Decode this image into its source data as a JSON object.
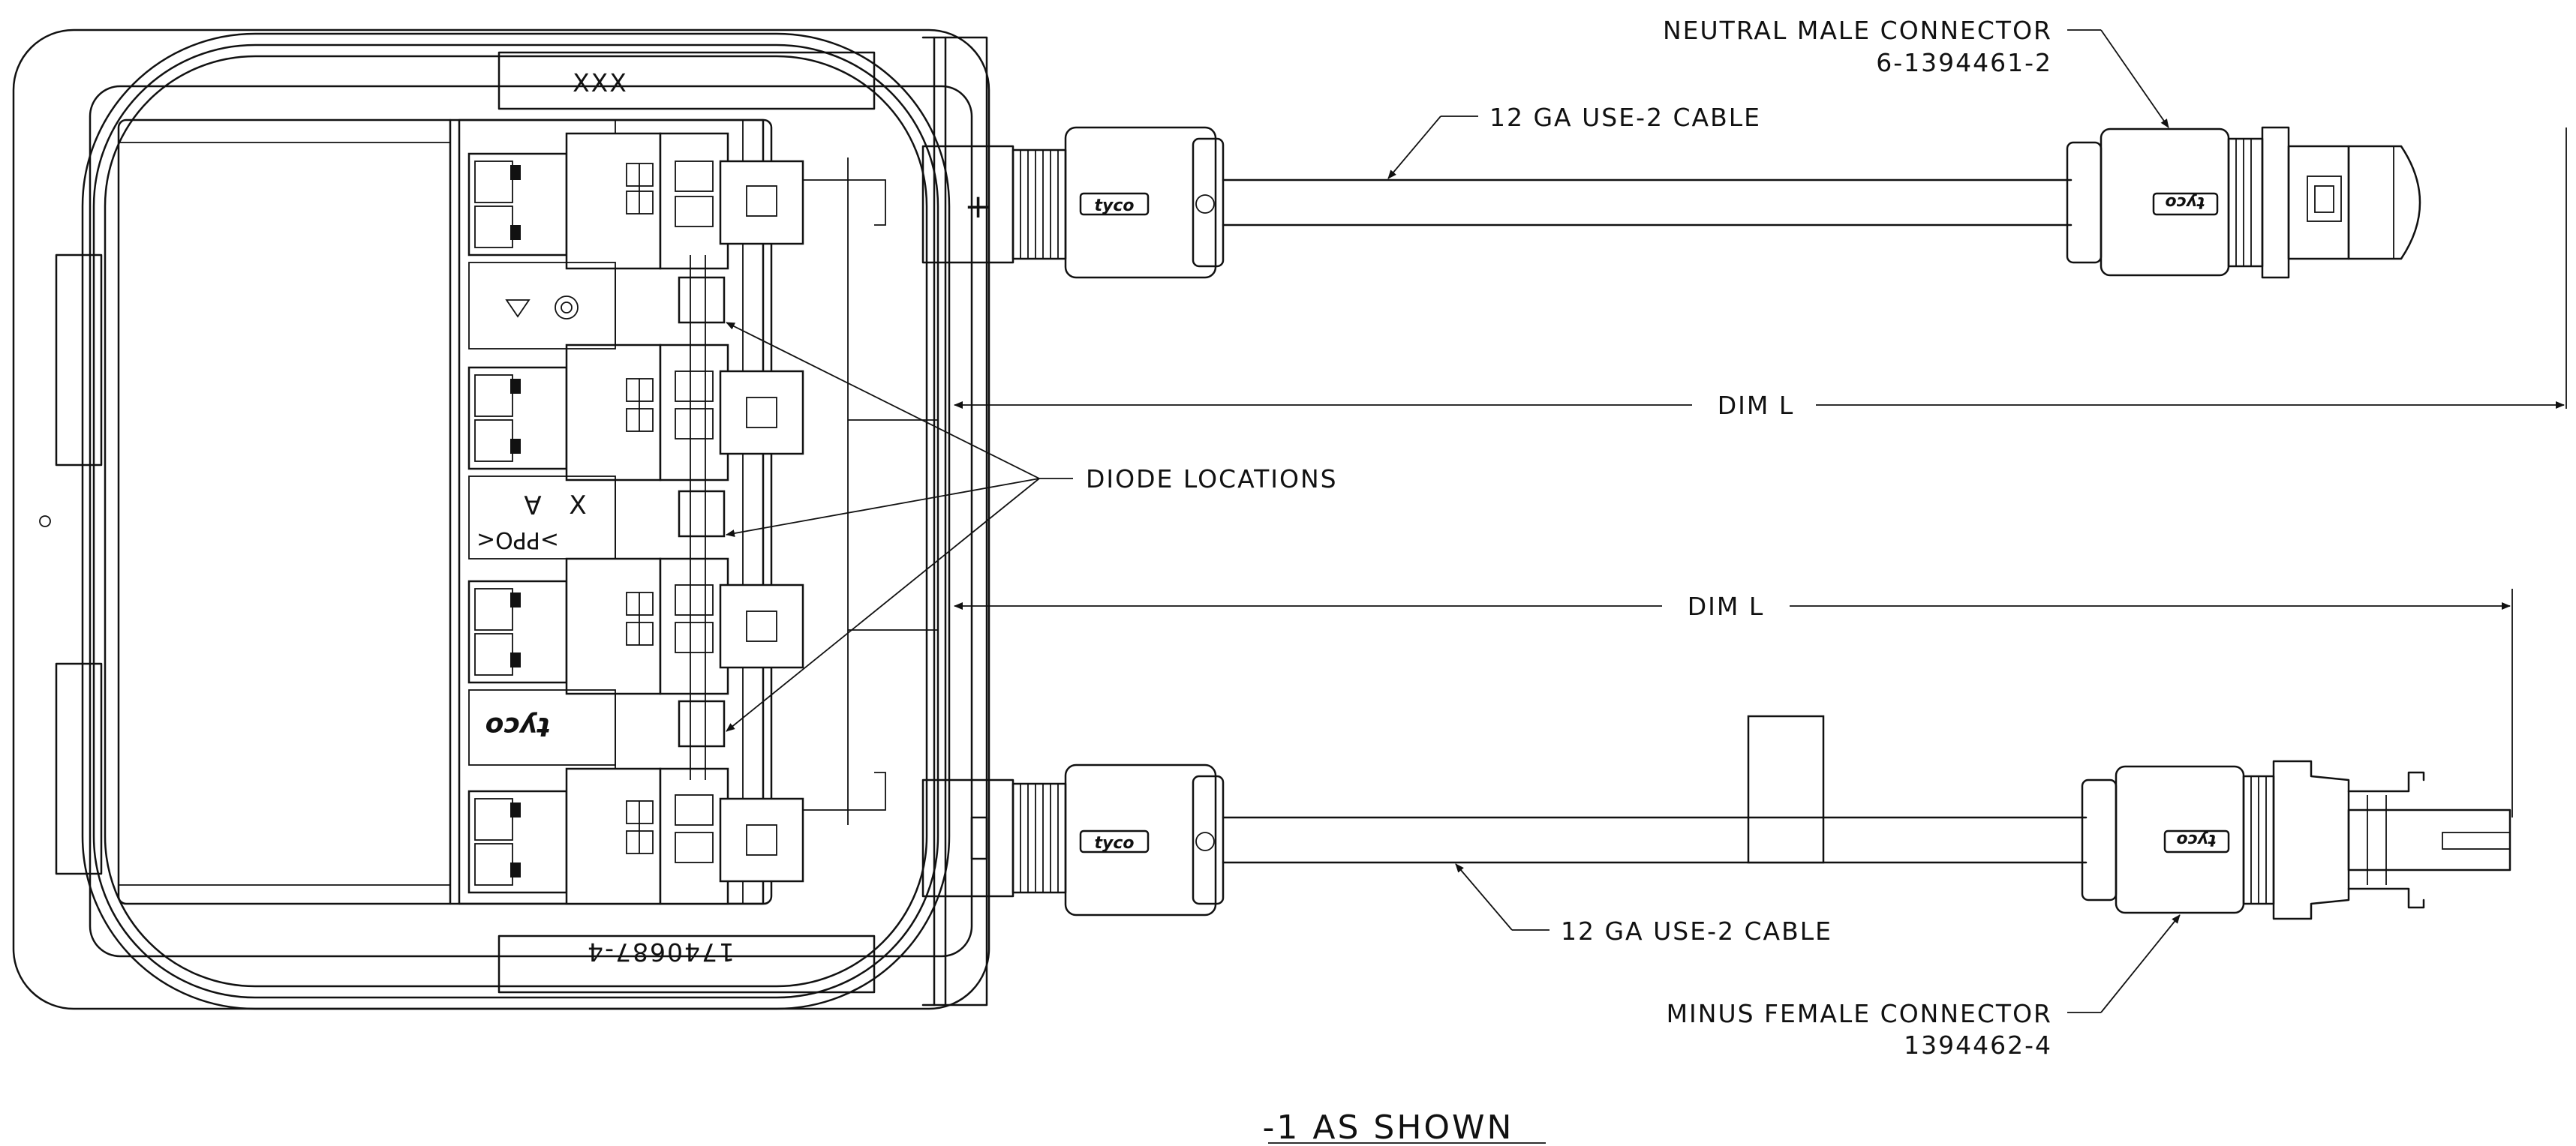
{
  "labels": {
    "box_top_marking": "XXX",
    "box_bottom_marking": "1740687-4",
    "brand": "tyco",
    "plus_symbol": "+",
    "diode_locations": "DIODE LOCATIONS",
    "neutral_connector_title": "NEUTRAL MALE CONNECTOR",
    "neutral_connector_part": "6-1394461-2",
    "minus_connector_title": "MINUS FEMALE CONNECTOR",
    "minus_connector_part": "1394462-4",
    "cable_top": "12 GA USE-2 CABLE",
    "cable_bottom": "12 GA USE-2 CABLE",
    "dim_top": "DIM L",
    "dim_bottom": "DIM L",
    "insert_marking_1": "X",
    "insert_marking_2": "A",
    "insert_marking_3": ">PPO<",
    "caption": "-1 AS SHOWN"
  }
}
